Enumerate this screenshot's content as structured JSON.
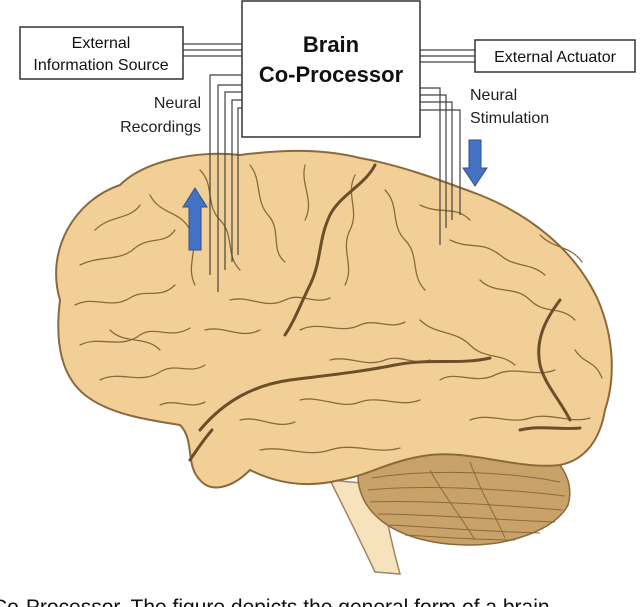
{
  "coprocessor": {
    "line1": "Brain",
    "line2": "Co-Processor"
  },
  "info_source": {
    "line1": "External",
    "line2": "Information Source"
  },
  "actuator": {
    "label": "External Actuator"
  },
  "recordings": {
    "line1": "Neural",
    "line2": "Recordings"
  },
  "stimulation": {
    "line1": "Neural",
    "line2": "Stimulation"
  },
  "caption": "Co-Processor.  The figure depicts the general form of a brain",
  "colors": {
    "brain_fill": "#f3cf98",
    "brain_outline": "#8a6a3c",
    "sulcus": "#6b4e2a",
    "cerebellum": "#c9a26a",
    "brainstem": "#f6e2bd",
    "arrow": "#4472c4",
    "wire": "#444444"
  }
}
